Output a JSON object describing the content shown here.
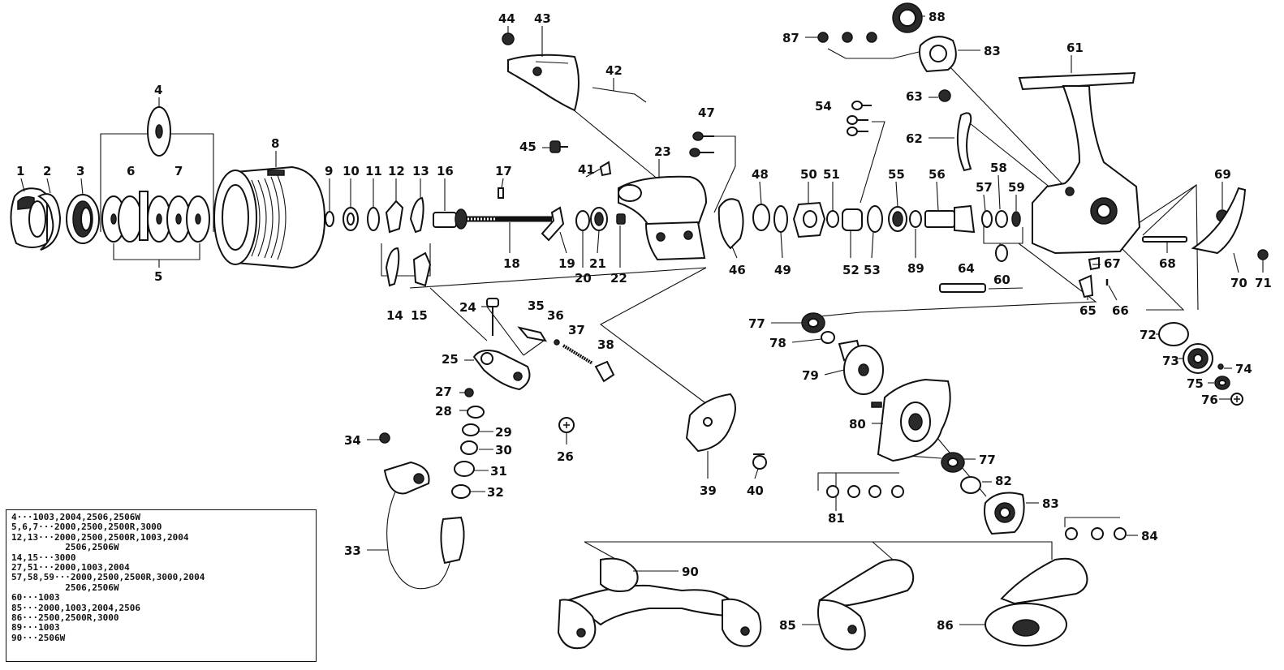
{
  "parts": [
    {
      "n": "1"
    },
    {
      "n": "2"
    },
    {
      "n": "3"
    },
    {
      "n": "4"
    },
    {
      "n": "5"
    },
    {
      "n": "6"
    },
    {
      "n": "7"
    },
    {
      "n": "8"
    },
    {
      "n": "9"
    },
    {
      "n": "10"
    },
    {
      "n": "11"
    },
    {
      "n": "12"
    },
    {
      "n": "13"
    },
    {
      "n": "14"
    },
    {
      "n": "15"
    },
    {
      "n": "16"
    },
    {
      "n": "17"
    },
    {
      "n": "18"
    },
    {
      "n": "19"
    },
    {
      "n": "20"
    },
    {
      "n": "21"
    },
    {
      "n": "22"
    },
    {
      "n": "23"
    },
    {
      "n": "24"
    },
    {
      "n": "25"
    },
    {
      "n": "26"
    },
    {
      "n": "27"
    },
    {
      "n": "28"
    },
    {
      "n": "29"
    },
    {
      "n": "30"
    },
    {
      "n": "31"
    },
    {
      "n": "32"
    },
    {
      "n": "33"
    },
    {
      "n": "34"
    },
    {
      "n": "35"
    },
    {
      "n": "36"
    },
    {
      "n": "37"
    },
    {
      "n": "38"
    },
    {
      "n": "39"
    },
    {
      "n": "40"
    },
    {
      "n": "41"
    },
    {
      "n": "42"
    },
    {
      "n": "43"
    },
    {
      "n": "44"
    },
    {
      "n": "45"
    },
    {
      "n": "46"
    },
    {
      "n": "47"
    },
    {
      "n": "48"
    },
    {
      "n": "49"
    },
    {
      "n": "50"
    },
    {
      "n": "51"
    },
    {
      "n": "52"
    },
    {
      "n": "53"
    },
    {
      "n": "54"
    },
    {
      "n": "55"
    },
    {
      "n": "56"
    },
    {
      "n": "57"
    },
    {
      "n": "58"
    },
    {
      "n": "59"
    },
    {
      "n": "60"
    },
    {
      "n": "61"
    },
    {
      "n": "62"
    },
    {
      "n": "63"
    },
    {
      "n": "64"
    },
    {
      "n": "65"
    },
    {
      "n": "66"
    },
    {
      "n": "67"
    },
    {
      "n": "68"
    },
    {
      "n": "69"
    },
    {
      "n": "70"
    },
    {
      "n": "71"
    },
    {
      "n": "72"
    },
    {
      "n": "73"
    },
    {
      "n": "74"
    },
    {
      "n": "75"
    },
    {
      "n": "76"
    },
    {
      "n": "77"
    },
    {
      "n": "77"
    },
    {
      "n": "78"
    },
    {
      "n": "79"
    },
    {
      "n": "80"
    },
    {
      "n": "81"
    },
    {
      "n": "82"
    },
    {
      "n": "83"
    },
    {
      "n": "83"
    },
    {
      "n": "84"
    },
    {
      "n": "85"
    },
    {
      "n": "86"
    },
    {
      "n": "87"
    },
    {
      "n": "88"
    },
    {
      "n": "89"
    },
    {
      "n": "90"
    }
  ],
  "legend": [
    "4···1003,2004,2506,2506W",
    "5,6,7···2000,2500,2500R,3000",
    "12,13···2000,2500,2500R,1003,2004",
    "          2506,2506W",
    "14,15···3000",
    "27,51···2000,1003,2004",
    "57,58,59···2000,2500,2500R,3000,2004",
    "          2506,2506W",
    "60···1003",
    "85···2000,1003,2004,2506",
    "86···2500,2500R,3000",
    "89···1003",
    "90···2506W"
  ]
}
